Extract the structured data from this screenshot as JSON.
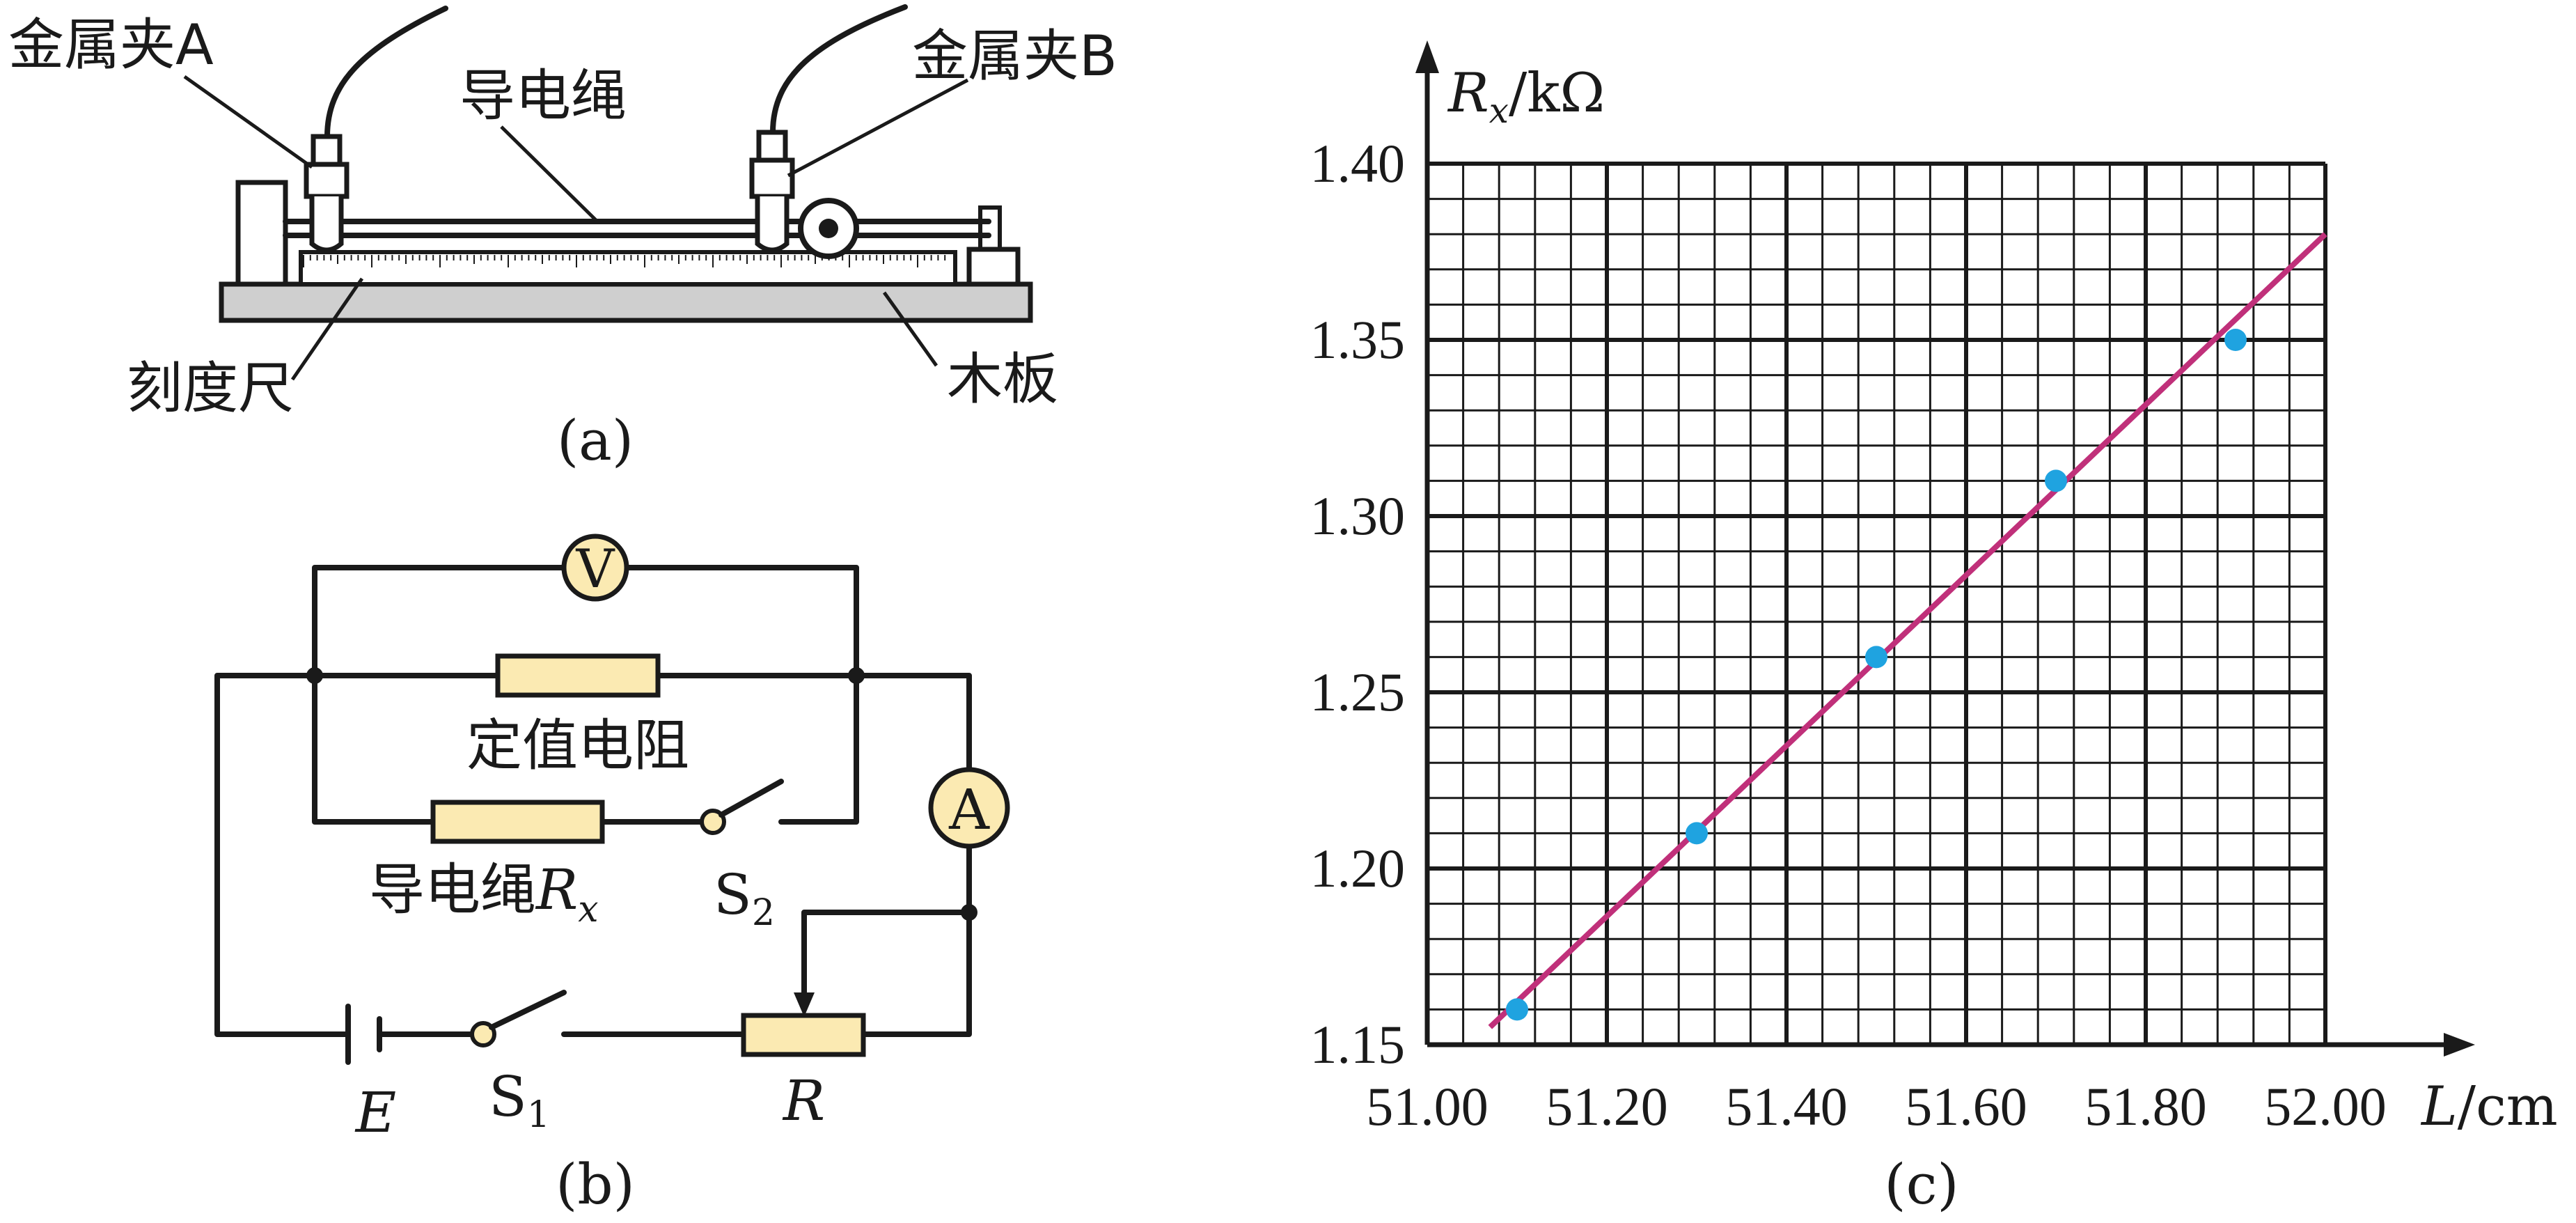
{
  "figure_a": {
    "clip_a": "金属夹A",
    "clip_b": "金属夹B",
    "rope": "导电绳",
    "ruler": "刻度尺",
    "board": "木板",
    "caption": "(a)"
  },
  "figure_b": {
    "voltmeter": "V",
    "ammeter": "A",
    "fixed_resistor": "定值电阻",
    "rope_resistor": "导电绳",
    "rope_symbol": "R",
    "rope_subscript": "x",
    "switch2": "S",
    "switch2_sub": "2",
    "switch1": "S",
    "switch1_sub": "1",
    "battery": "E",
    "rheostat": "R",
    "caption": "(b)"
  },
  "chart_data": {
    "type": "scatter",
    "title": "",
    "ylabel_symbol": "R",
    "ylabel_subscript": "x",
    "ylabel_unit": "/kΩ",
    "xlabel_symbol": "L",
    "xlabel_unit": "/cm",
    "xlim": [
      51.0,
      52.0
    ],
    "ylim": [
      1.15,
      1.4
    ],
    "x_ticks": [
      "51.00",
      "51.20",
      "51.40",
      "51.60",
      "51.80",
      "52.00"
    ],
    "y_ticks": [
      "1.15",
      "1.20",
      "1.25",
      "1.30",
      "1.35",
      "1.40"
    ],
    "grid": true,
    "points": [
      {
        "x": 51.1,
        "y": 1.16
      },
      {
        "x": 51.3,
        "y": 1.21
      },
      {
        "x": 51.5,
        "y": 1.26
      },
      {
        "x": 51.7,
        "y": 1.31
      },
      {
        "x": 51.9,
        "y": 1.35
      }
    ],
    "fit_line": {
      "x": [
        51.07,
        52.0
      ],
      "y": [
        1.155,
        1.38
      ]
    },
    "point_color": "#1fa3e0",
    "line_color": "#c0307a",
    "caption": "(c)"
  }
}
